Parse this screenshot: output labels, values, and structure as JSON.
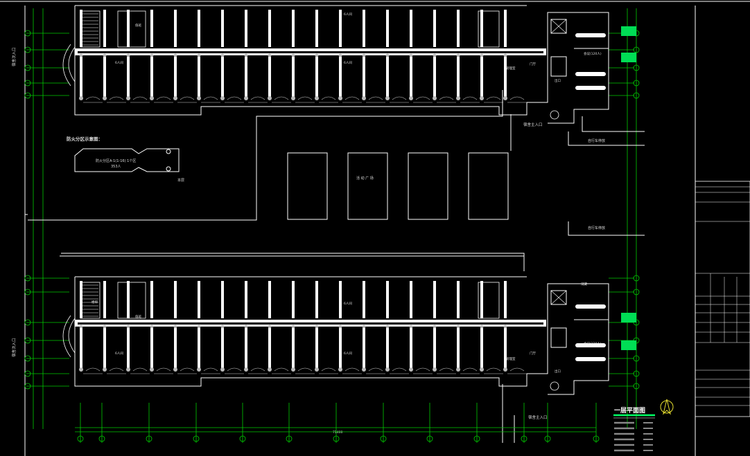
{
  "drawing": {
    "title": "一层平面图",
    "side_entry_label": "宿舍次入口",
    "main_entry_label": "宿舍主入口",
    "fire_zone_title": "防火分区示意图：",
    "fire_zone_area": "防火分区A-1(1-16) 1个区",
    "fire_zone_people": "353人",
    "fire_zone_note": "本层",
    "plaza_label": "活 动 广 场",
    "bike_label": "自行车停放",
    "room_label": "6人间",
    "duty_label": "值班",
    "stair_label": "楼梯",
    "lobby_label": "门厅",
    "office_label": "管理室",
    "hall_label": "会议(120人)",
    "exit_label": "出口",
    "store_label": "储藏",
    "overall_dim": "71400"
  },
  "colors": {
    "background": "#000000",
    "linework": "#ffffff",
    "grid": "#00cc00",
    "highlight": "#00ff66",
    "annotation": "#dddddd"
  }
}
